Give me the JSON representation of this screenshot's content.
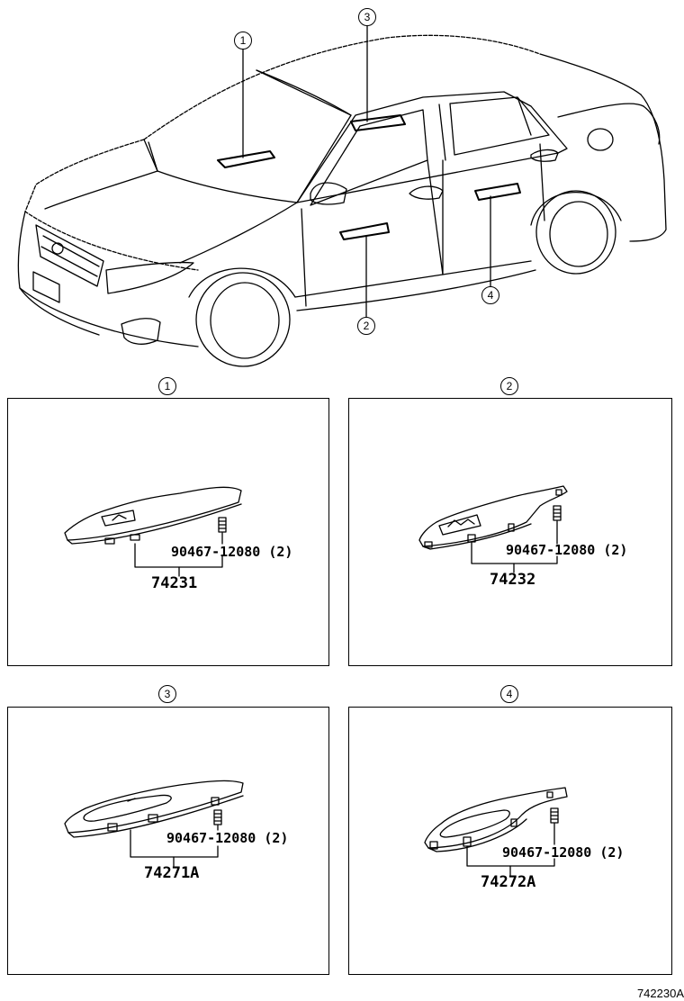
{
  "diagram": {
    "callouts": [
      "1",
      "2",
      "3",
      "4"
    ],
    "panels": [
      {
        "callout": "1",
        "bolt_part": "90467-12080 (2)",
        "main_part": "74231"
      },
      {
        "callout": "2",
        "bolt_part": "90467-12080 (2)",
        "main_part": "74232"
      },
      {
        "callout": "3",
        "bolt_part": "90467-12080 (2)",
        "main_part": "74271A"
      },
      {
        "callout": "4",
        "bolt_part": "90467-12080 (2)",
        "main_part": "74272A"
      }
    ],
    "figure_code": "742230A"
  }
}
